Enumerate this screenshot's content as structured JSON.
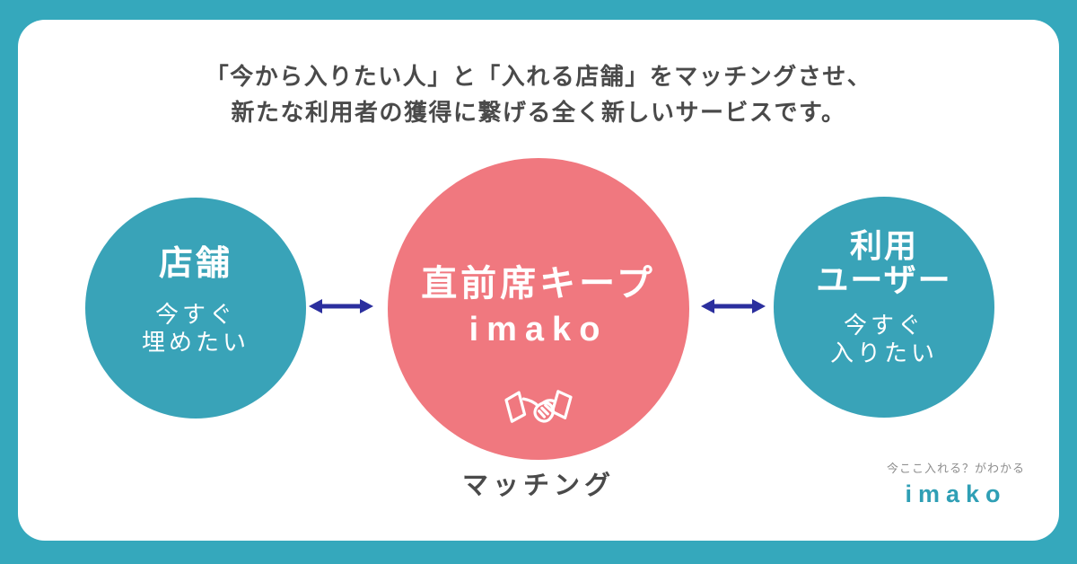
{
  "frame": {
    "background_color": "#35a8bc",
    "card_color": "#ffffff"
  },
  "headline": {
    "line1": "「今から入りたい人」と「入れる店舗」をマッチングさせ、",
    "line2": "新たな利用者の獲得に繋げる全く新しいサービスです。",
    "color": "#4a4a4a"
  },
  "shop_circle": {
    "title": "店舗",
    "subtitle_line1": "今すぐ",
    "subtitle_line2": "埋めたい",
    "color": "#39a3b8"
  },
  "center_circle": {
    "title": "直前席キープ",
    "subtitle": "imako",
    "icon": "handshake-icon",
    "color": "#f0787f",
    "caption": "マッチング"
  },
  "user_circle": {
    "title_line1": "利用",
    "title_line2": "ユーザー",
    "subtitle_line1": "今すぐ",
    "subtitle_line2": "入りたい",
    "color": "#39a3b8"
  },
  "arrows": {
    "color": "#2b2f9e"
  },
  "logo": {
    "tagline": "今ここ入れる？がわかる",
    "name": "imako",
    "name_color": "#2f9fb5",
    "tagline_color": "#8e8e8e"
  }
}
